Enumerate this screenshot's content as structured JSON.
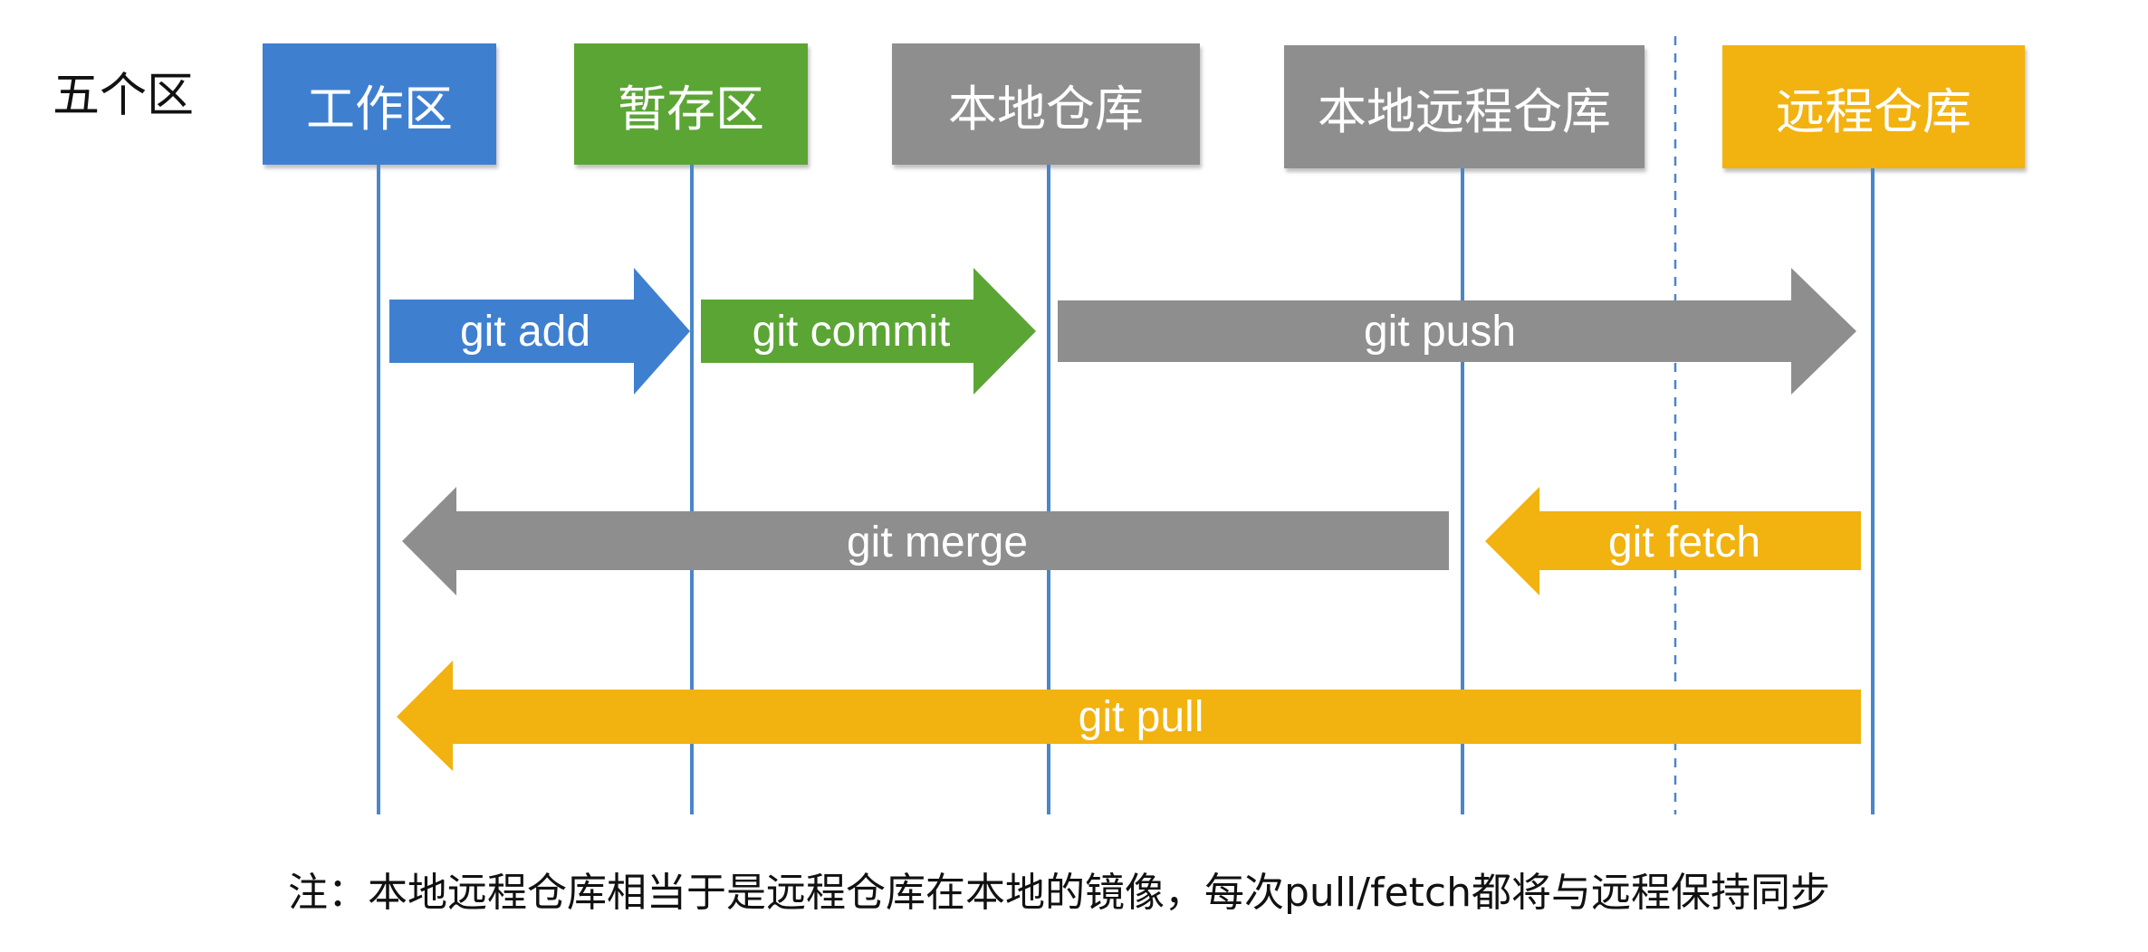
{
  "side_label": "五个区",
  "zones": [
    {
      "label": "工作区",
      "color": "#3F7FD0"
    },
    {
      "label": "暂存区",
      "color": "#5BA535"
    },
    {
      "label": "本地仓库",
      "color": "#8E8E8E"
    },
    {
      "label": "本地远程仓库",
      "color": "#8E8E8E"
    },
    {
      "label": "远程仓库",
      "color": "#F2B20F"
    }
  ],
  "operations": [
    {
      "label": "git add",
      "from": "工作区",
      "to": "暂存区",
      "direction": "right",
      "color": "#3F7FD0"
    },
    {
      "label": "git commit",
      "from": "暂存区",
      "to": "本地仓库",
      "direction": "right",
      "color": "#5BA535"
    },
    {
      "label": "git push",
      "from": "本地仓库",
      "to": "远程仓库",
      "direction": "right",
      "color": "#8E8E8E"
    },
    {
      "label": "git merge",
      "from": "本地远程仓库",
      "to": "工作区",
      "direction": "left",
      "color": "#8E8E8E"
    },
    {
      "label": "git fetch",
      "from": "远程仓库",
      "to": "本地远程仓库",
      "direction": "left",
      "color": "#F2B20F"
    },
    {
      "label": "git pull",
      "from": "远程仓库",
      "to": "工作区",
      "direction": "left",
      "color": "#F2B20F"
    }
  ],
  "colors": {
    "lifeline": "#4A86C8",
    "arrow_text": "#ffffff"
  },
  "footnote": "注：本地远程仓库相当于是远程仓库在本地的镜像，每次pull/fetch都将与远程保持同步"
}
